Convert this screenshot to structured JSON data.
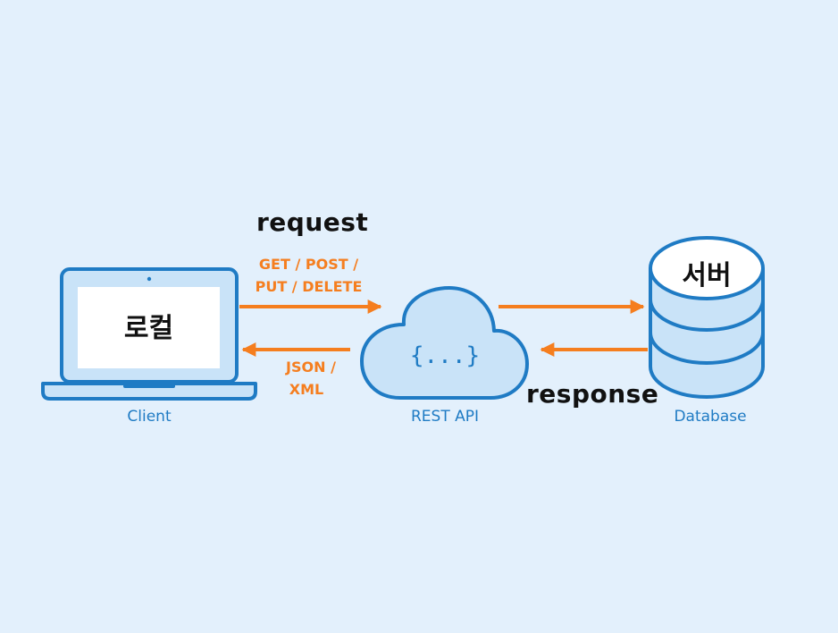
{
  "nodes": {
    "client": {
      "caption": "Client",
      "screen_text": "로컬"
    },
    "api": {
      "caption": "REST API",
      "glyph": "{...}"
    },
    "database": {
      "caption": "Database",
      "top_text": "서버"
    }
  },
  "labels": {
    "request": "request",
    "response": "response",
    "methods_line1": "GET / POST /",
    "methods_line2": "PUT / DELETE",
    "formats_line1": "JSON /",
    "formats_line2": "XML"
  },
  "colors": {
    "background": "#e3f0fc",
    "outline": "#1f7bc4",
    "arrow": "#f57e1f",
    "fill_light": "#c9e3f8"
  },
  "icons": [
    "laptop-icon",
    "cloud-icon",
    "database-icon"
  ]
}
